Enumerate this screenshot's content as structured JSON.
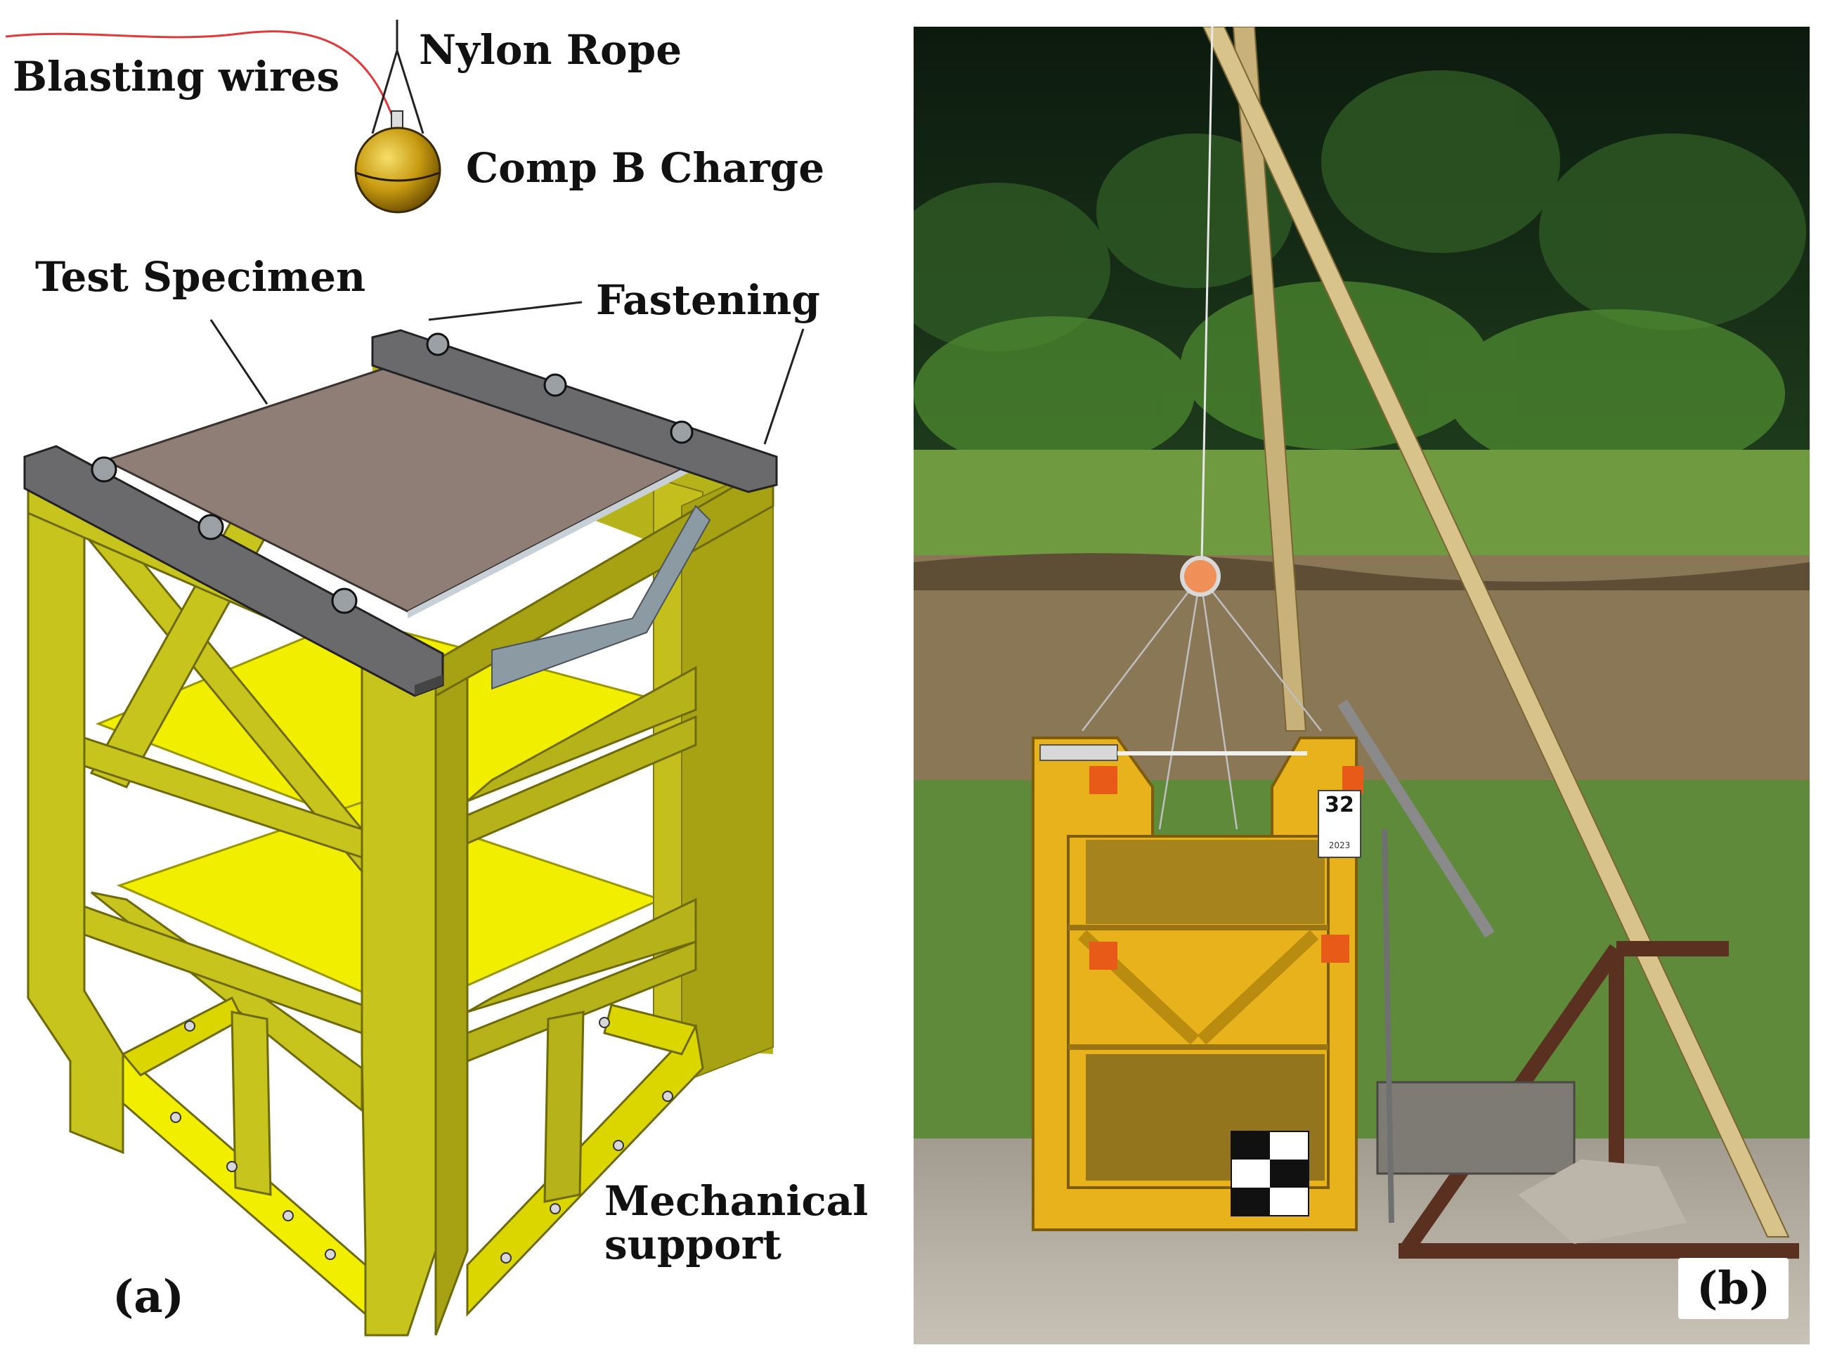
{
  "panel_a": {
    "tag": "(a)",
    "labels": {
      "blasting_wires": "Blasting wires",
      "nylon_rope": "Nylon Rope",
      "charge": "Comp B Charge",
      "test_specimen": "Test Specimen",
      "fastening": "Fastening",
      "support_line1": "Mechanical",
      "support_line2": "support"
    }
  },
  "panel_b": {
    "tag": "(b)",
    "board_number": "32",
    "board_year": "2023"
  },
  "colors": {
    "frame_yellow": "#c8c41e",
    "plate_yellow": "#f2ee00",
    "specimen_brown": "#8f7e76",
    "fastening_gray": "#6a6a6c",
    "charge_gold": "#c89a10",
    "wire_red": "#e23a3a",
    "rig_yellow": "#e8b21c"
  }
}
